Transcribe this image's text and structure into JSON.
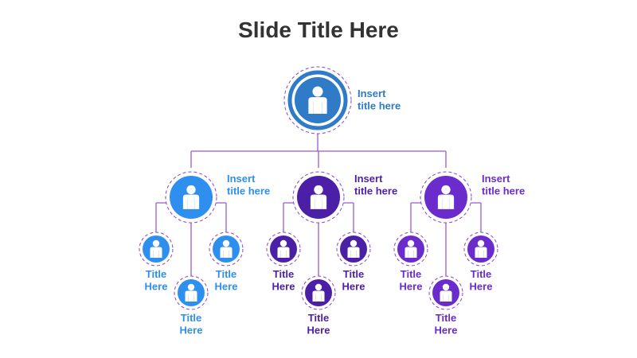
{
  "slide": {
    "title": "Slide Title Here"
  },
  "colors": {
    "line": "#9b59d0",
    "dash": "#8e44c4",
    "blue_dark": "#2f7bc8",
    "blue": "#2e8fee",
    "indigo": "#4b1fa6",
    "purple": "#6a2ccc"
  },
  "root": {
    "label_line1": "Insert",
    "label_line2": "title here",
    "icon": "person-icon"
  },
  "branches": [
    {
      "label_line1": "Insert",
      "label_line2": "title here",
      "icon": "person-icon",
      "children": [
        {
          "line1": "Title",
          "line2": "Here"
        },
        {
          "line1": "Title",
          "line2": "Here"
        },
        {
          "line1": "Title",
          "line2": "Here"
        }
      ]
    },
    {
      "label_line1": "Insert",
      "label_line2": "title here",
      "icon": "person-icon",
      "children": [
        {
          "line1": "Title",
          "line2": "Here"
        },
        {
          "line1": "Title",
          "line2": "Here"
        },
        {
          "line1": "Title",
          "line2": "Here"
        }
      ]
    },
    {
      "label_line1": "Insert",
      "label_line2": "title here",
      "icon": "person-icon",
      "children": [
        {
          "line1": "Title",
          "line2": "Here"
        },
        {
          "line1": "Title",
          "line2": "Here"
        },
        {
          "line1": "Title",
          "line2": "Here"
        }
      ]
    }
  ]
}
